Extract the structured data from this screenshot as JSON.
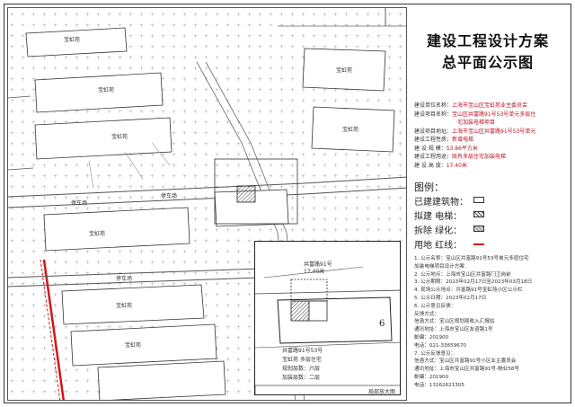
{
  "title": {
    "line1": "建设工程设计方案",
    "line2": "总平面公示图"
  },
  "info": [
    {
      "label": "建设单位名称：",
      "value": "上海市宝山区宝虹苑业主委员会"
    },
    {
      "label": "建设项目名称：",
      "value": "宝山区共富路91号53号单元多层住"
    },
    {
      "label": "",
      "value": "宅加装电梯项目"
    },
    {
      "label": "建设项目地址：",
      "value": "上海市宝山区共富路91号53号单元"
    },
    {
      "label": "建设工程性质：",
      "value": "新增电梯"
    },
    {
      "label": "建 设 规 模：",
      "value": "53.86平方米"
    },
    {
      "label": "建设工程用途：",
      "value": "既有多层住宅加装电梯"
    },
    {
      "label": "建 设 高 度：",
      "value": "17.40米"
    }
  ],
  "legend": {
    "title": "图例：",
    "rows": [
      {
        "label": "已建建筑物：",
        "swatch": "plain"
      },
      {
        "label": "拟建  电梯：",
        "swatch": "hatch"
      },
      {
        "label": "拆除  绿化：",
        "swatch": "cross"
      },
      {
        "label": "用地  红线：",
        "swatch": "redline"
      }
    ]
  },
  "notes": [
    "1. 公示名称：宝山区共富路91号53号单元多层住宅",
    "   加装电梯项目设计方案",
    "2. 公示地点：上海市宝山区共富路门卫岗前",
    "3. 公示期限：2023年02月17日至2023年03月18日",
    "4. 现场公示地点：共富路91号宝虹苑小区公示栏",
    "5. 公示日期：2023年02月17日",
    "6. 公示意见反馈：",
    "   反馈方式：",
    "   信函方式：宝山区规划局收入汇报站",
    "   通讯地址：上海市宝山区友谊路1号",
    "   邮编：201900",
    "   电话：021-33659670",
    "7. 公示反馈意见：",
    "   信函方式：宝山区共富路91号小区业主委员会",
    "   通讯地址：上海市宝山区共富路91号-物业58号",
    "   邮编：201900",
    "   电话：13162621305"
  ],
  "map_labels": {
    "b1": "宝虹苑",
    "b2": "宝虹苑",
    "b3": "宝虹苑",
    "b4": "宝虹苑",
    "b5": "宝虹苑",
    "b6": "宝虹苑",
    "b7": "宝虹苑",
    "b8": "宝虹苑",
    "road1": "停车场",
    "road2": "停车场",
    "road3": "停车场"
  },
  "inset": {
    "label_top": "共富路91号",
    "label_dim": "17.40米",
    "label_building": "共富路91号53号",
    "label_line1": "宝虹苑 多层住宅",
    "label_line2": "规划层数：六层",
    "label_line3": "加装层数：二层",
    "label_num": "6",
    "caption": "局部放大图"
  },
  "colors": {
    "red_line": "#d01818",
    "hatch": "#555555",
    "ink": "#333333"
  }
}
